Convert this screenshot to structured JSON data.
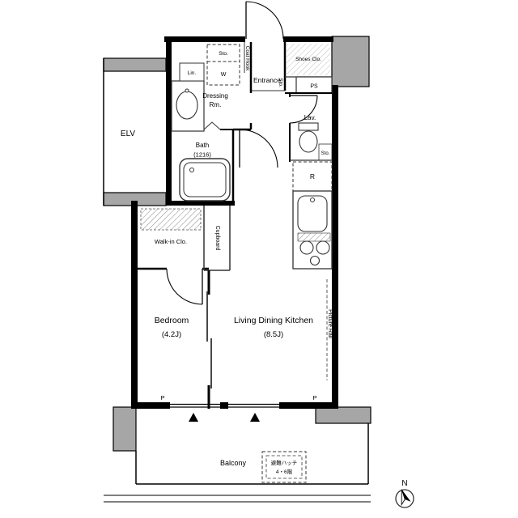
{
  "colors": {
    "wall": "#000000",
    "concrete": "#a6a6a6",
    "line": "#333333",
    "bg": "#ffffff"
  },
  "labels": {
    "elv": "ELV",
    "entrance": "Entrance",
    "coat_hook": "Coat Hook",
    "sto": "Sto.",
    "washer": "W",
    "linen": "Lin.",
    "shoes_closet": "Shoes Clo.",
    "pipe_space": "PS",
    "dressing_room_1": "Dressing",
    "dressing_room_2": "Rm.",
    "bath_1": "Bath",
    "bath_2": "(1216)",
    "lavatory": "Lav.",
    "refrigerator": "R",
    "walk_in_closet": "Walk-in Clo.",
    "cupboard": "Cupboard",
    "bedroom_1": "Bedroom",
    "bedroom_2": "(4.2J)",
    "ldk_1": "Living Dining Kitchen",
    "ldk_2": "(8.5J)",
    "picture_rail": "Picture Rail",
    "pole": "P",
    "balcony": "Balcony",
    "evac_hatch_1": "避難ハッチ",
    "evac_hatch_2": "4・6階",
    "north": "N"
  }
}
